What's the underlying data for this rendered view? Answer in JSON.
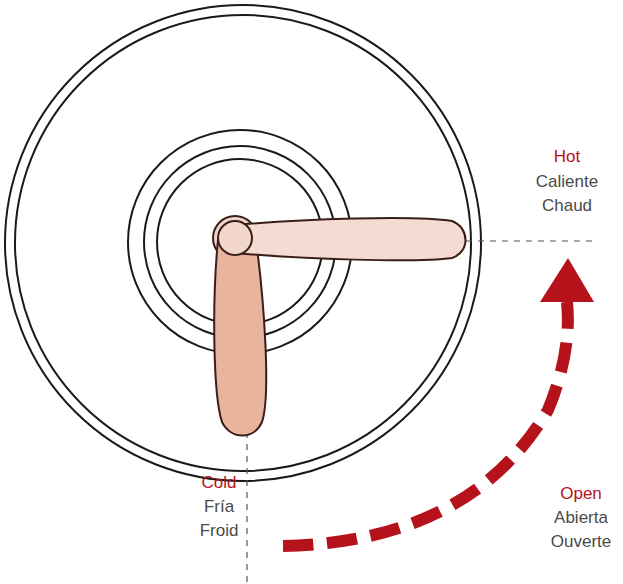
{
  "diagram": {
    "labels": [
      "Hot",
      "Caliente",
      "Chaud",
      "Open",
      "Abierta",
      "Ouverte",
      "Cold",
      "Fría",
      "Froid"
    ]
  }
}
